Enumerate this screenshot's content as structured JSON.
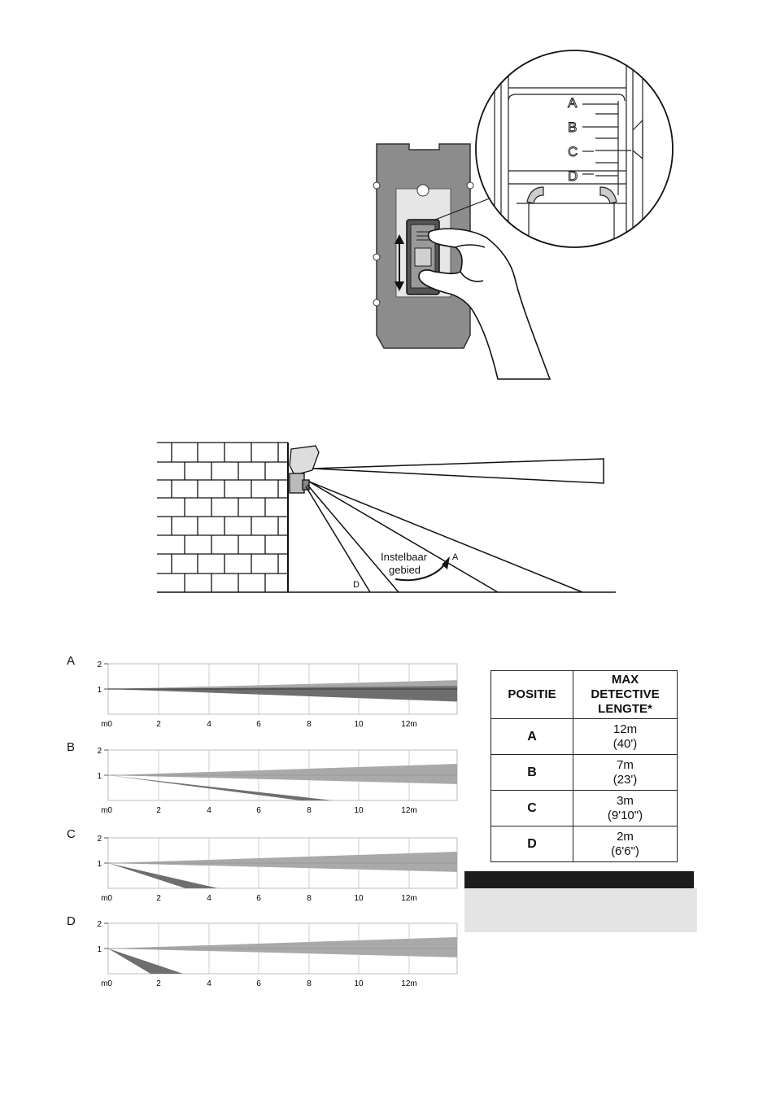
{
  "top_figure": {
    "zoom_letters": [
      "A",
      "B",
      "C",
      "D"
    ]
  },
  "side_figure": {
    "adjustable_label_line1": "Instelbaar",
    "adjustable_label_line2": "gebied",
    "ray_label_a": "A",
    "ray_label_d": "D"
  },
  "charts": [
    {
      "letter": "A",
      "y_ticks": [
        "2",
        "1"
      ],
      "x_ticks": [
        "m0",
        "2",
        "4",
        "6",
        "8",
        "10",
        "12m"
      ]
    },
    {
      "letter": "B",
      "y_ticks": [
        "2",
        "1"
      ],
      "x_ticks": [
        "m0",
        "2",
        "4",
        "6",
        "8",
        "10",
        "12m"
      ]
    },
    {
      "letter": "C",
      "y_ticks": [
        "2",
        "1"
      ],
      "x_ticks": [
        "m0",
        "2",
        "4",
        "6",
        "8",
        "10",
        "12m"
      ]
    },
    {
      "letter": "D",
      "y_ticks": [
        "2",
        "1"
      ],
      "x_ticks": [
        "m0",
        "2",
        "4",
        "6",
        "8",
        "10",
        "12m"
      ]
    }
  ],
  "chart_data": [
    {
      "type": "area",
      "title": "A",
      "xlim": [
        0,
        14
      ],
      "ylim": [
        0,
        2
      ],
      "series": [
        {
          "values": [
            [
              0,
              1
            ],
            [
              14,
              0.6
            ]
          ]
        }
      ]
    },
    {
      "type": "area",
      "title": "B",
      "xlim": [
        0,
        14
      ],
      "ylim": [
        0,
        2
      ],
      "series": [
        {
          "values": [
            [
              0,
              1
            ],
            [
              14,
              1.0
            ]
          ]
        },
        {
          "values": [
            [
              0,
              1
            ],
            [
              9,
              0
            ]
          ]
        }
      ]
    },
    {
      "type": "area",
      "title": "C",
      "xlim": [
        0,
        14
      ],
      "ylim": [
        0,
        2
      ],
      "series": [
        {
          "values": [
            [
              0,
              1
            ],
            [
              14,
              1.0
            ]
          ]
        },
        {
          "values": [
            [
              0,
              1
            ],
            [
              4.4,
              0
            ]
          ]
        }
      ]
    },
    {
      "type": "area",
      "title": "D",
      "xlim": [
        0,
        14
      ],
      "ylim": [
        0,
        2
      ],
      "series": [
        {
          "values": [
            [
              0,
              1
            ],
            [
              14,
              1.0
            ]
          ]
        },
        {
          "values": [
            [
              0,
              1
            ],
            [
              3,
              0
            ]
          ]
        }
      ]
    }
  ],
  "table": {
    "header_positie": "POSITIE",
    "header_max_line1": "MAX",
    "header_max_line2": "DETECTIVE",
    "header_max_line3": "LENGTE*",
    "rows": [
      {
        "pos": "A",
        "metric": "12m",
        "imperial": "(40')"
      },
      {
        "pos": "B",
        "metric": "7m",
        "imperial": "(23')"
      },
      {
        "pos": "C",
        "metric": "3m",
        "imperial": "(9'10\")"
      },
      {
        "pos": "D",
        "metric": "2m",
        "imperial": "(6'6\")"
      }
    ]
  },
  "colors": {
    "dark_beam": "#6e6e6e",
    "light_beam": "#a9a9a9",
    "plate": "#8c8c8c",
    "note_bar": "#1c1c1c",
    "note_box": "#e4e4e4"
  }
}
